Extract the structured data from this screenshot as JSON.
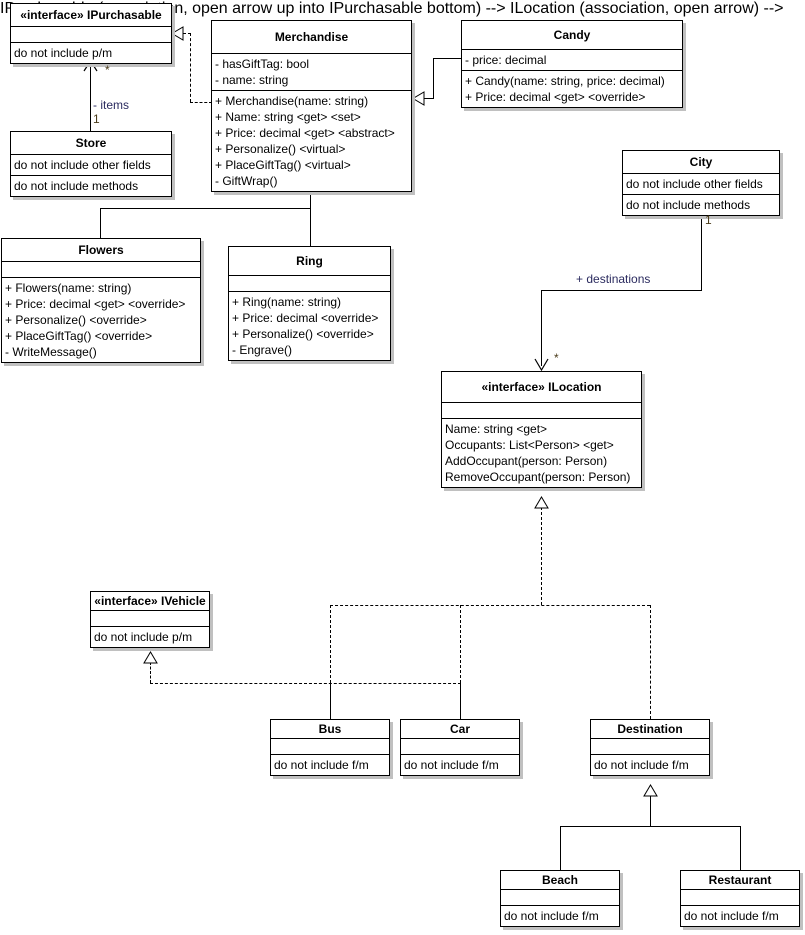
{
  "diagram": {
    "title": "UML Class Diagram",
    "colors": {
      "box_fill": "#ffffff",
      "box_stroke": "#000000",
      "shadow": "#c0c0c0",
      "edge_label": "#2b2b5f",
      "multiplicity": "#4a3b1a"
    }
  },
  "classes": {
    "ipurchasable": {
      "stereotype": "«interface»",
      "name": "IPurchasable",
      "title": "«interface» IPurchasable",
      "attributes": [],
      "operations": [
        "do not include p/m"
      ]
    },
    "merchandise": {
      "stereotype": "",
      "name": "Merchandise",
      "title": "Merchandise",
      "attributes": [
        "- hasGiftTag: bool",
        "- name: string"
      ],
      "operations": [
        "+ Merchandise(name: string)",
        "+ Name: string <get> <set>",
        "+ Price: decimal <get> <abstract>",
        "+ Personalize() <virtual>",
        "+ PlaceGiftTag() <virtual>",
        "- GiftWrap()"
      ]
    },
    "candy": {
      "stereotype": "",
      "name": "Candy",
      "title": "Candy",
      "attributes": [
        "- price: decimal"
      ],
      "operations": [
        "+ Candy(name: string, price: decimal)",
        "+ Price: decimal <get> <override>"
      ]
    },
    "store": {
      "stereotype": "",
      "name": "Store",
      "title": "Store",
      "attributes": [
        "do not include other fields"
      ],
      "operations": [
        "do not include methods"
      ]
    },
    "city": {
      "stereotype": "",
      "name": "City",
      "title": "City",
      "attributes": [
        "do not include other fields"
      ],
      "operations": [
        "do not include methods"
      ]
    },
    "flowers": {
      "stereotype": "",
      "name": "Flowers",
      "title": "Flowers",
      "attributes": [],
      "operations": [
        "+ Flowers(name: string)",
        "+ Price: decimal <get> <override>",
        "+ Personalize() <override>",
        "+ PlaceGiftTag() <override>",
        "- WriteMessage()"
      ]
    },
    "ring": {
      "stereotype": "",
      "name": "Ring",
      "title": "Ring",
      "attributes": [],
      "operations": [
        "+ Ring(name: string)",
        "+ Price: decimal <override>",
        "+ Personalize() <override>",
        "- Engrave()"
      ]
    },
    "ilocation": {
      "stereotype": "«interface»",
      "name": "ILocation",
      "title": "«interface» ILocation",
      "attributes": [],
      "operations": [
        "Name: string <get>",
        "Occupants: List<Person> <get>",
        "AddOccupant(person: Person)",
        "RemoveOccupant(person: Person)"
      ]
    },
    "ivehicle": {
      "stereotype": "«interface»",
      "name": "IVehicle",
      "title": "«interface» IVehicle",
      "attributes": [],
      "operations": [
        "do not include p/m"
      ]
    },
    "bus": {
      "stereotype": "",
      "name": "Bus",
      "title": "Bus",
      "attributes": [],
      "operations": [
        "do not include f/m"
      ]
    },
    "car": {
      "stereotype": "",
      "name": "Car",
      "title": "Car",
      "attributes": [],
      "operations": [
        "do not include f/m"
      ]
    },
    "destination": {
      "stereotype": "",
      "name": "Destination",
      "title": "Destination",
      "attributes": [],
      "operations": [
        "do not include f/m"
      ]
    },
    "beach": {
      "stereotype": "",
      "name": "Beach",
      "title": "Beach",
      "attributes": [],
      "operations": [
        "do not include f/m"
      ]
    },
    "restaurant": {
      "stereotype": "",
      "name": "Restaurant",
      "title": "Restaurant",
      "attributes": [],
      "operations": [
        "do not include f/m"
      ]
    }
  },
  "edges": {
    "store_items": {
      "role": "- items",
      "source_multiplicity": "1",
      "target_multiplicity": "*"
    },
    "city_destinations": {
      "role": "+ destinations",
      "source_multiplicity": "1",
      "target_multiplicity": "*"
    }
  }
}
